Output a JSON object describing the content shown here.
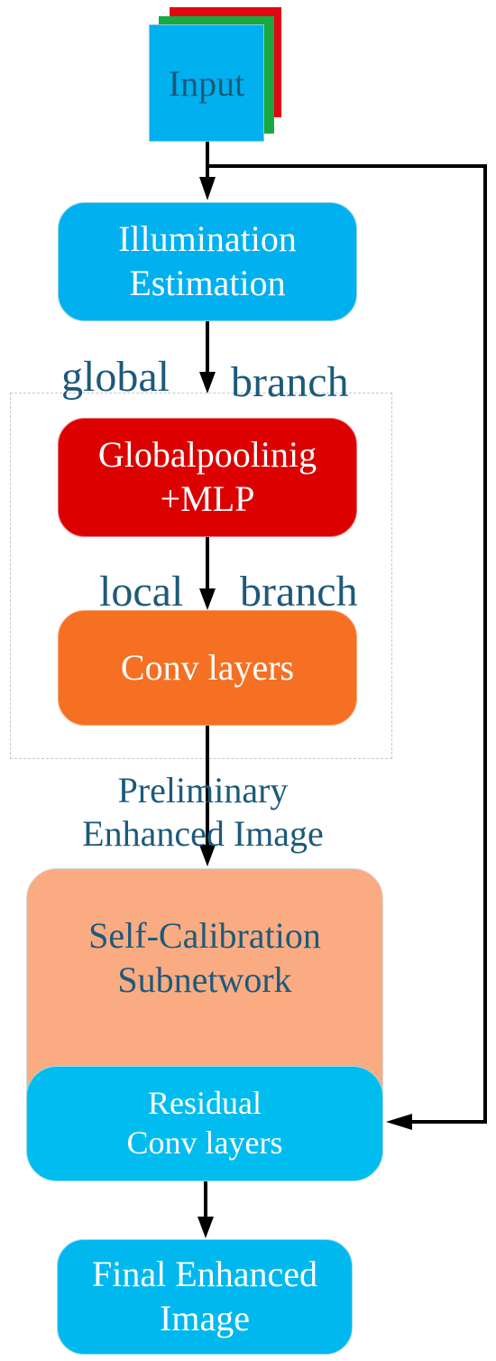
{
  "input": {
    "label": "Input"
  },
  "illumination": {
    "line1": "Illumination",
    "line2": "Estimation"
  },
  "global_branch": {
    "word1": "global",
    "word2": "branch"
  },
  "global_pooling": {
    "line1": "Globalpoolinig",
    "line2": "+MLP"
  },
  "local_branch": {
    "word1": "local",
    "word2": "branch"
  },
  "conv_layers": {
    "label": "Conv layers"
  },
  "preliminary": {
    "line1": "Preliminary",
    "line2": "Enhanced Image"
  },
  "self_calibration": {
    "line1": "Self-Calibration",
    "line2": "Subnetwork"
  },
  "residual": {
    "line1": "Residual",
    "line2": "Conv layers"
  },
  "final": {
    "line1": "Final Enhanced",
    "line2": "Image"
  },
  "colors": {
    "blue": "#00b0ef",
    "red": "#dc0000",
    "orange": "#f57022",
    "salmon": "#fbab82",
    "text_dark": "#1d5a7a"
  }
}
